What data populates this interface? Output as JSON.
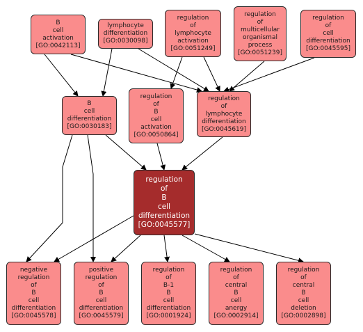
{
  "nodes": [
    {
      "id": "n1",
      "lines": [
        "B",
        "cell",
        "activation",
        "[GO:0042113]"
      ]
    },
    {
      "id": "n2",
      "lines": [
        "lymphocyte",
        "differentiation",
        "[GO:0030098]"
      ]
    },
    {
      "id": "n3",
      "lines": [
        "regulation",
        "of",
        "lymphocyte",
        "activation",
        "[GO:0051249]"
      ]
    },
    {
      "id": "n4",
      "lines": [
        "regulation",
        "of",
        "multicellular",
        "organismal",
        "process",
        "[GO:0051239]"
      ]
    },
    {
      "id": "n5",
      "lines": [
        "regulation",
        "of",
        "cell",
        "differentiation",
        "[GO:0045595]"
      ]
    },
    {
      "id": "n6",
      "lines": [
        "B",
        "cell",
        "differentiation",
        "[GO:0030183]"
      ]
    },
    {
      "id": "n7",
      "lines": [
        "regulation",
        "of",
        "B",
        "cell",
        "activation",
        "[GO:0050864]"
      ]
    },
    {
      "id": "n8",
      "lines": [
        "regulation",
        "of",
        "lymphocyte",
        "differentiation",
        "[GO:0045619]"
      ]
    },
    {
      "id": "n9",
      "lines": [
        "regulation",
        "of",
        "B",
        "cell",
        "differentiation",
        "[GO:0045577]"
      ],
      "focus": true
    },
    {
      "id": "n10",
      "lines": [
        "negative",
        "regulation",
        "of",
        "B",
        "cell",
        "differentiation",
        "[GO:0045578]"
      ]
    },
    {
      "id": "n11",
      "lines": [
        "positive",
        "regulation",
        "of",
        "B",
        "cell",
        "differentiation",
        "[GO:0045579]"
      ]
    },
    {
      "id": "n12",
      "lines": [
        "regulation",
        "of",
        "B-1",
        "B",
        "cell",
        "differentiation",
        "[GO:0001924]"
      ]
    },
    {
      "id": "n13",
      "lines": [
        "regulation",
        "of",
        "central",
        "B",
        "cell",
        "anergy",
        "[GO:0002914]"
      ]
    },
    {
      "id": "n14",
      "lines": [
        "regulation",
        "of",
        "central",
        "B",
        "cell",
        "deletion",
        "[GO:0002898]"
      ]
    }
  ],
  "edges": [
    {
      "from": "n1",
      "to": "n6"
    },
    {
      "from": "n1",
      "to": "n8"
    },
    {
      "from": "n2",
      "to": "n6"
    },
    {
      "from": "n2",
      "to": "n8"
    },
    {
      "from": "n3",
      "to": "n7"
    },
    {
      "from": "n3",
      "to": "n8"
    },
    {
      "from": "n4",
      "to": "n8"
    },
    {
      "from": "n5",
      "to": "n8"
    },
    {
      "from": "n6",
      "to": "n9"
    },
    {
      "from": "n7",
      "to": "n9"
    },
    {
      "from": "n8",
      "to": "n9"
    },
    {
      "from": "n6",
      "to": "n10"
    },
    {
      "from": "n6",
      "to": "n11"
    },
    {
      "from": "n9",
      "to": "n10"
    },
    {
      "from": "n9",
      "to": "n11"
    },
    {
      "from": "n9",
      "to": "n12"
    },
    {
      "from": "n9",
      "to": "n13"
    },
    {
      "from": "n9",
      "to": "n14"
    }
  ],
  "colors": {
    "node_fill": "#fa8c8c",
    "focus_fill": "#a52c2c",
    "edge": "#000000"
  }
}
